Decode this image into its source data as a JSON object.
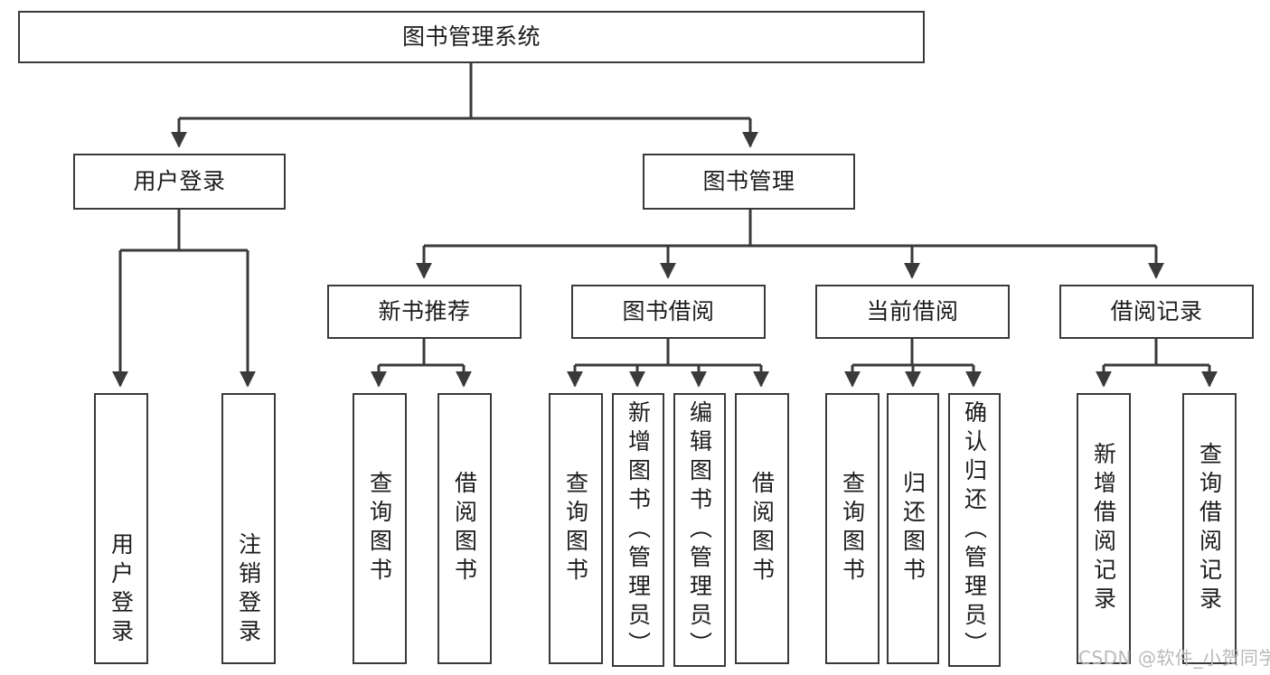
{
  "diagram": {
    "title": "图书管理系统",
    "watermark": "CSDN @软件_小贺同学",
    "edge_color": "#3a3a3a",
    "node_border_color": "#3a3a3a",
    "node_fill_color": "#ffffff",
    "text_color": "#1c1c1c",
    "watermark_color": "#b9b9b9",
    "nodes": {
      "root": "图书管理系统",
      "level2": [
        "用户登录",
        "图书管理"
      ],
      "level3": [
        "新书推荐",
        "图书借阅",
        "当前借阅",
        "借阅记录"
      ],
      "leaves": {
        "user_login": [
          "用户登录",
          "注销登录"
        ],
        "new_book_recommend": [
          "查询图书",
          "借阅图书"
        ],
        "book_borrow": [
          "查询图书",
          "新增图书（管理员）",
          "编辑图书（管理员）",
          "借阅图书"
        ],
        "current_borrow": [
          "查询图书",
          "归还图书",
          "确认归还（管理员）"
        ],
        "borrow_record": [
          "新增借阅记录",
          "查询借阅记录"
        ]
      }
    }
  }
}
